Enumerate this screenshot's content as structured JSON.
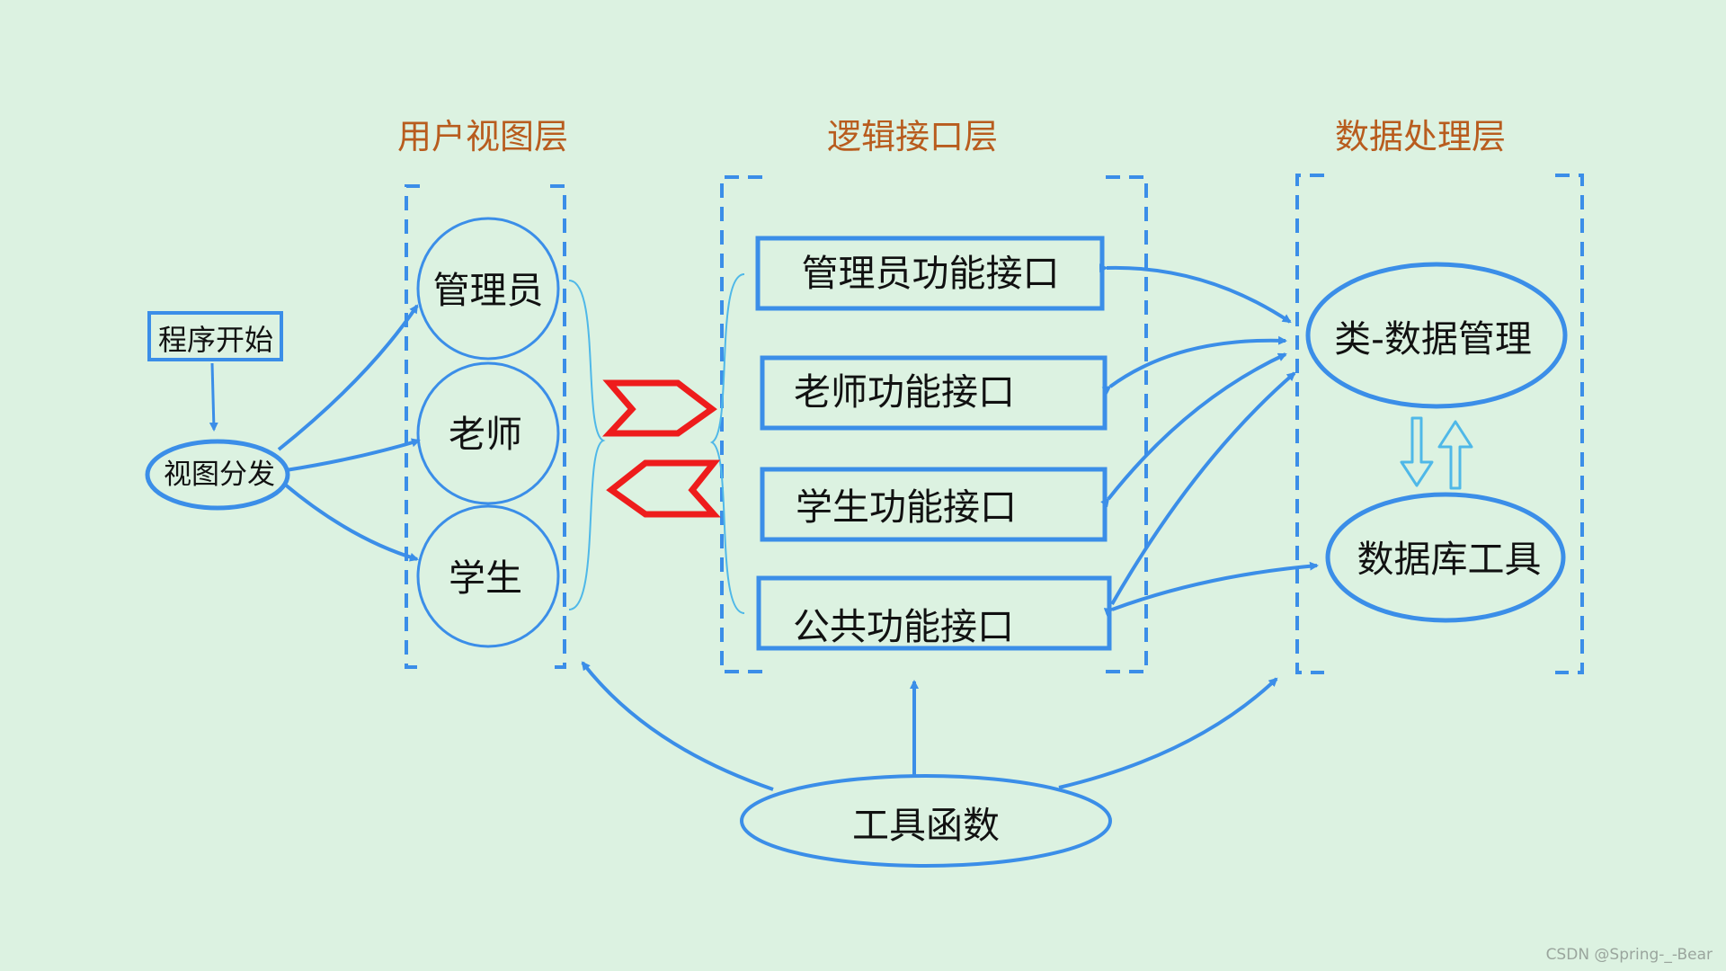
{
  "layers": {
    "view": "用户视图层",
    "logic": "逻辑接口层",
    "data": "数据处理层"
  },
  "nodes": {
    "start": "程序开始",
    "dispatch": "视图分发",
    "admin": "管理员",
    "teacher": "老师",
    "student": "学生",
    "admin_api": "管理员功能接口",
    "teacher_api": "老师功能接口",
    "student_api": "学生功能接口",
    "common_api": "公共功能接口",
    "class_data": "类-数据管理",
    "db_tool": "数据库工具",
    "utils": "工具函数"
  },
  "watermark": "CSDN @Spring-_-Bear",
  "colors": {
    "background": "#dcf2e1",
    "stroke": "#3b8ee8",
    "bracket_light": "#4fb8e8",
    "title": "#b85c1e",
    "exchange": "#ee1c1c"
  }
}
